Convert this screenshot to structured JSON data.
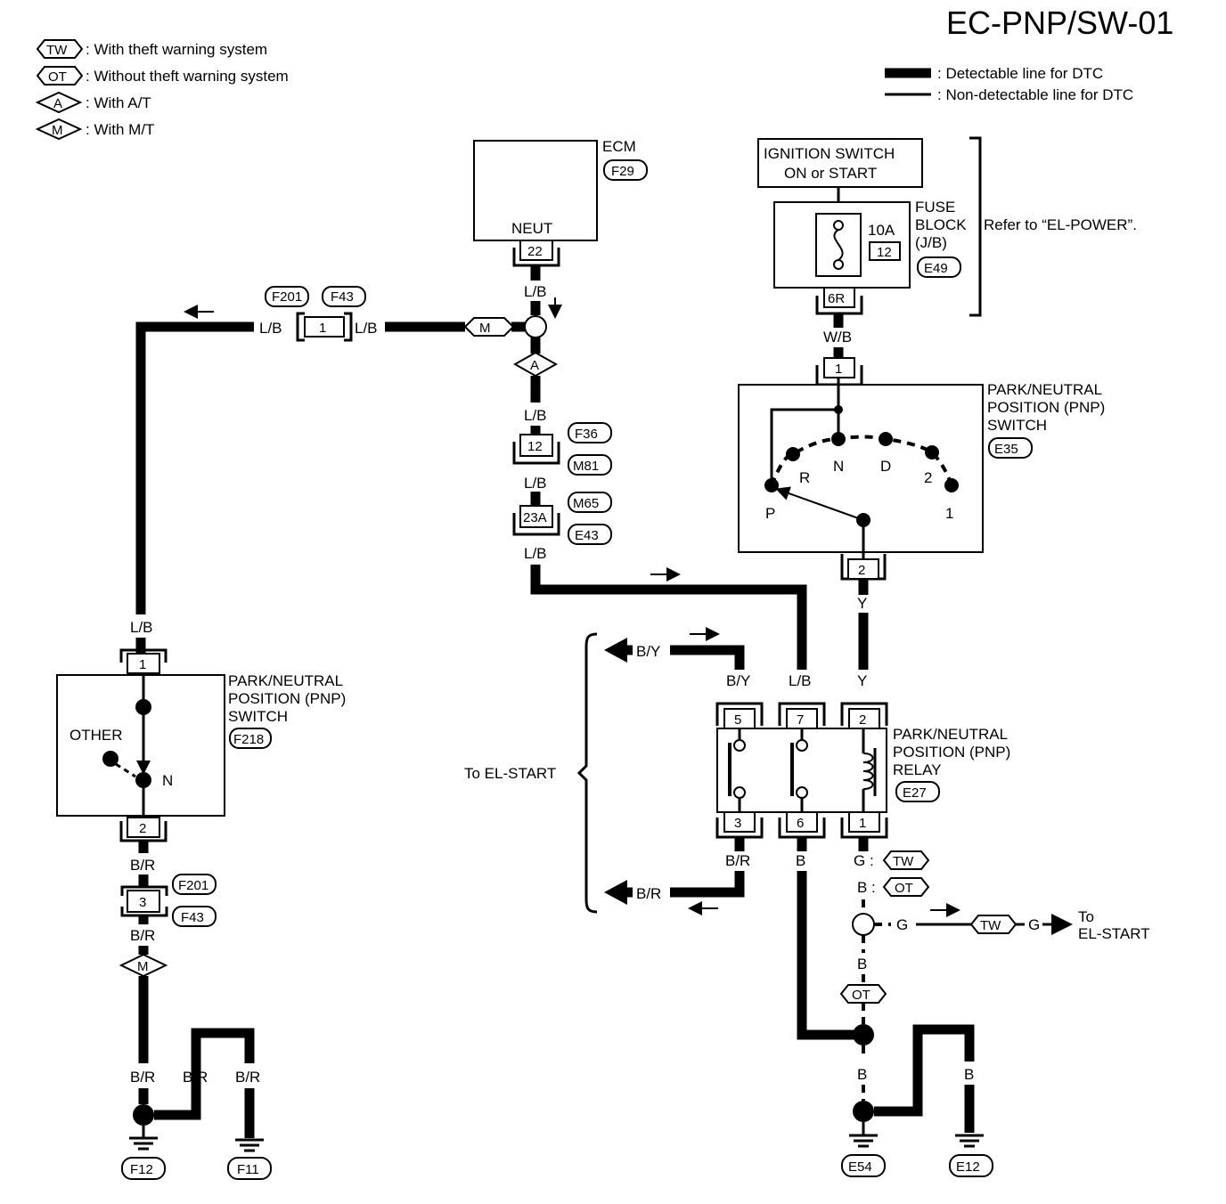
{
  "title": "EC-PNP/SW-01",
  "legend": [
    {
      "tag": "TW",
      "text": ": With theft warning system"
    },
    {
      "tag": "OT",
      "text": ": Without theft warning system"
    },
    {
      "tag": "A",
      "text": ": With A/T"
    },
    {
      "tag": "M",
      "text": ": With M/T"
    }
  ],
  "line_legend": {
    "detectable": ": Detectable line for DTC",
    "non_detectable": ": Non-detectable line for DTC"
  },
  "ecm": {
    "name": "ECM",
    "connector": "F29",
    "terminal_name": "NEUT",
    "pin": "22"
  },
  "ignition": {
    "line1": "IGNITION SWITCH",
    "line2": "ON or START"
  },
  "fuse_block": {
    "line1": "FUSE",
    "line2": "BLOCK",
    "line3": "(J/B)",
    "amp": "10A",
    "fuse_no": "12",
    "connector": "E49",
    "pin": "6R",
    "note": "Refer to “EL-POWER”."
  },
  "pnp_at": {
    "line1": "PARK/NEUTRAL",
    "line2": "POSITION (PNP)",
    "line3": "SWITCH",
    "connector": "E35",
    "pin_in": "1",
    "pin_out": "2",
    "positions": [
      "P",
      "R",
      "N",
      "D",
      "2",
      "1"
    ]
  },
  "pnp_mt": {
    "line1": "PARK/NEUTRAL",
    "line2": "POSITION (PNP)",
    "line3": "SWITCH",
    "connector": "F218",
    "pin_in": "1",
    "pin_out": "2",
    "other": "OTHER",
    "neutral": "N"
  },
  "relay": {
    "line1": "PARK/NEUTRAL",
    "line2": "POSITION (PNP)",
    "line3": "RELAY",
    "connector": "E27",
    "top_pins": [
      "5",
      "7",
      "2"
    ],
    "bottom_pins": [
      "3",
      "6",
      "1"
    ]
  },
  "connectors": {
    "f201_top": "F201",
    "f43_top": "F43",
    "pin1": "1",
    "f36": "F36",
    "m81": "M81",
    "pin12": "12",
    "m65": "M65",
    "e43": "E43",
    "pin23a": "23A",
    "f201_bot": "F201",
    "f43_bot": "F43",
    "pin3": "3"
  },
  "wires": {
    "lb": "L/B",
    "wb": "W/B",
    "y": "Y",
    "by": "B/Y",
    "br": "B/R",
    "b": "B",
    "g": "G",
    "g_tw": "G :",
    "b_ot": "B :"
  },
  "branch": {
    "tw": "TW",
    "ot": "OT",
    "a": "A",
    "m": "M"
  },
  "to_el_start_left": "To EL-START",
  "to_el_start_right1": "To",
  "to_el_start_right2": "EL-START",
  "grounds": [
    "F12",
    "F11",
    "E54",
    "E12"
  ]
}
